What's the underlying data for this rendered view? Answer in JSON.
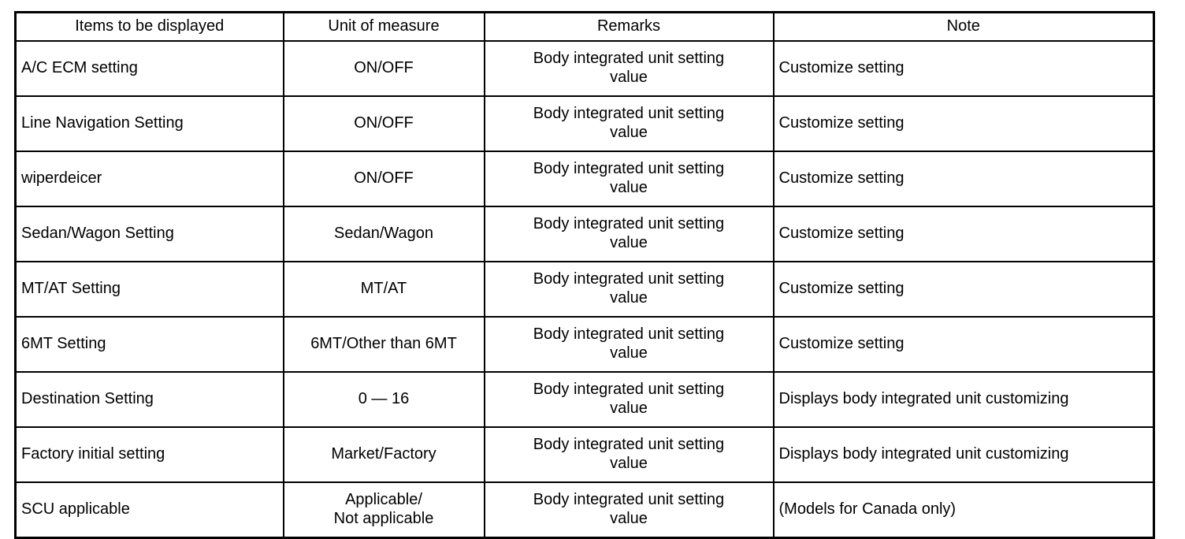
{
  "table": {
    "columns": [
      {
        "key": "item",
        "label": "Items to be displayed"
      },
      {
        "key": "unit",
        "label": "Unit of measure"
      },
      {
        "key": "remarks",
        "label": "Remarks"
      },
      {
        "key": "note",
        "label": "Note"
      }
    ],
    "rows": [
      {
        "item": "A/C ECM setting",
        "unit": "ON/OFF",
        "remarks": "Body integrated unit setting\nvalue",
        "note": "Customize setting"
      },
      {
        "item": "Line Navigation Setting",
        "unit": "ON/OFF",
        "remarks": "Body integrated unit setting\nvalue",
        "note": "Customize setting"
      },
      {
        "item": "wiperdeicer",
        "unit": "ON/OFF",
        "remarks": "Body integrated unit setting\nvalue",
        "note": "Customize setting"
      },
      {
        "item": "Sedan/Wagon Setting",
        "unit": "Sedan/Wagon",
        "remarks": "Body integrated unit setting\nvalue",
        "note": "Customize setting"
      },
      {
        "item": "MT/AT Setting",
        "unit": "MT/AT",
        "remarks": "Body integrated unit setting\nvalue",
        "note": "Customize setting"
      },
      {
        "item": "6MT Setting",
        "unit": "6MT/Other than 6MT",
        "remarks": "Body integrated unit setting\nvalue",
        "note": "Customize setting"
      },
      {
        "item": "Destination Setting",
        "unit": "0 — 16",
        "remarks": "Body integrated unit setting\nvalue",
        "note": "Displays body integrated unit customizing"
      },
      {
        "item": "Factory initial setting",
        "unit": "Market/Factory",
        "remarks": "Body integrated unit setting\nvalue",
        "note": "Displays body integrated unit customizing"
      },
      {
        "item": "SCU applicable",
        "unit": "Applicable/\nNot applicable",
        "remarks": "Body integrated unit setting\nvalue",
        "note": "(Models for Canada only)"
      }
    ]
  },
  "colors": {
    "border": "#000000",
    "background": "#ffffff",
    "text": "#000000"
  }
}
